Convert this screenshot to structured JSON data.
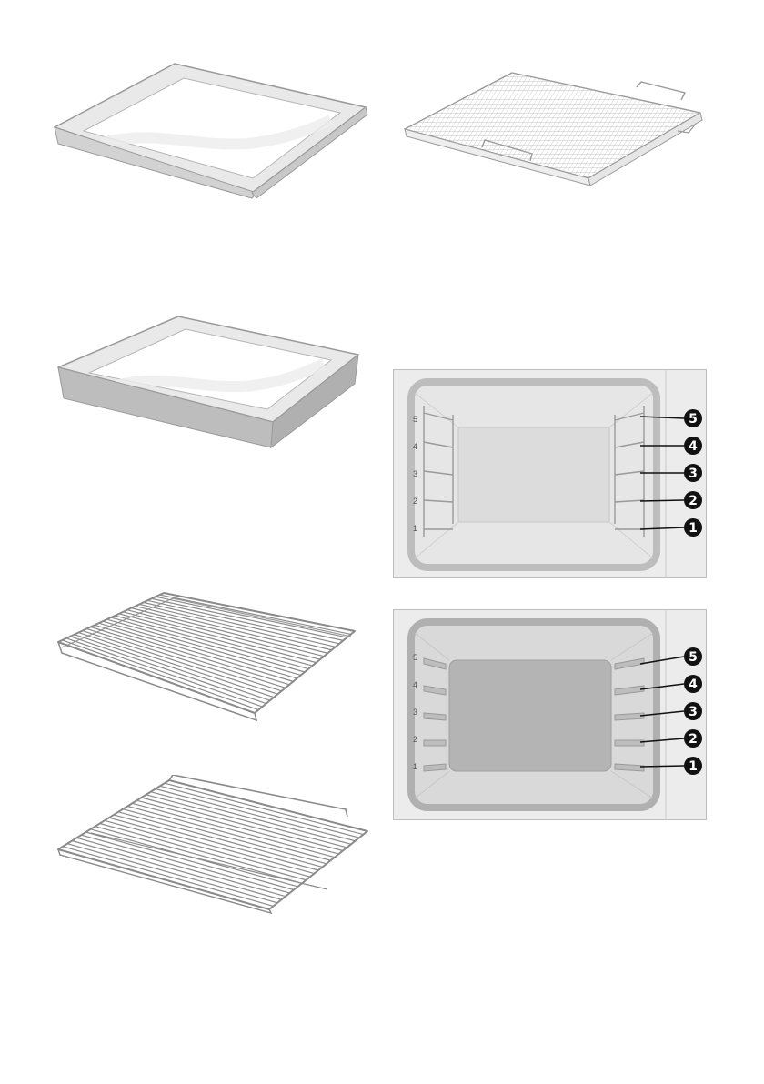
{
  "colors": {
    "outline": "#9a9a9a",
    "tray_fill": "#e9e9e9",
    "tray_inner": "#ffffff",
    "tray_side": "#d2d2d2",
    "wire": "#8a8a8a",
    "oven_bg": "#ececec",
    "oven_frame": "#bdbdbd",
    "oven_cavity": "#e6e6e6",
    "oven_back_light": "#dcdcdc",
    "oven_back_dark": "#b4b4b4",
    "badge": "#111111"
  },
  "accessories": [
    {
      "id": "baking-tray",
      "icon": "baking-tray-icon"
    },
    {
      "id": "mesh-tray",
      "icon": "mesh-tray-icon"
    },
    {
      "id": "deep-tray",
      "icon": "deep-tray-icon"
    },
    {
      "id": "wire-shelf",
      "icon": "wire-shelf-icon"
    },
    {
      "id": "flat-grid",
      "icon": "flat-grid-icon"
    }
  ],
  "oven_diagrams": [
    {
      "id": "wire-rail-oven",
      "left_labels": [
        "5",
        "4",
        "3",
        "2",
        "1"
      ],
      "badges": [
        "5",
        "4",
        "3",
        "2",
        "1"
      ]
    },
    {
      "id": "embossed-rail-oven",
      "left_labels": [
        "5",
        "4",
        "3",
        "2",
        "1"
      ],
      "badges": [
        "5",
        "4",
        "3",
        "2",
        "1"
      ]
    }
  ]
}
